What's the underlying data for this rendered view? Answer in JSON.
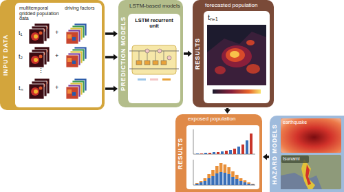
{
  "diagram": {
    "nodes": [
      {
        "text": [
          "INPUT DATA",
          "multitemporal gridded population data",
          "driving factors"
        ]
      },
      {
        "text": [
          "PREDICTION MODELS",
          "LSTM-based models"
        ]
      },
      {
        "text": [
          "LSTM recurrent unit"
        ],
        "in": 1
      },
      {
        "text": [
          "RESULTS",
          "forecasted population"
        ]
      },
      {
        "text": [
          "tₙ₊₁"
        ],
        "in": 3
      },
      {
        "text": [
          "RESULTS",
          "exposed population"
        ]
      },
      {
        "text": [
          "HAZARD MODELS"
        ]
      },
      {
        "text": [
          "earthquake"
        ],
        "in": 6
      },
      {
        "text": [
          "tsunami"
        ],
        "in": 6
      }
    ],
    "edges": [
      {
        "from": 0,
        "to": 1,
        "arrow": "to"
      },
      {
        "from": 0,
        "to": 1,
        "arrow": "to"
      },
      {
        "from": 0,
        "to": 1,
        "arrow": "to"
      },
      {
        "from": 1,
        "to": 3,
        "arrow": "to"
      },
      {
        "from": 3,
        "to": 5,
        "arrow": "to"
      },
      {
        "from": 6,
        "to": 5,
        "arrow": "to"
      }
    ],
    "labels": [
      "t₁",
      "+",
      "t₂",
      "+",
      "⋮",
      "tₙ",
      "+"
    ]
  }
}
